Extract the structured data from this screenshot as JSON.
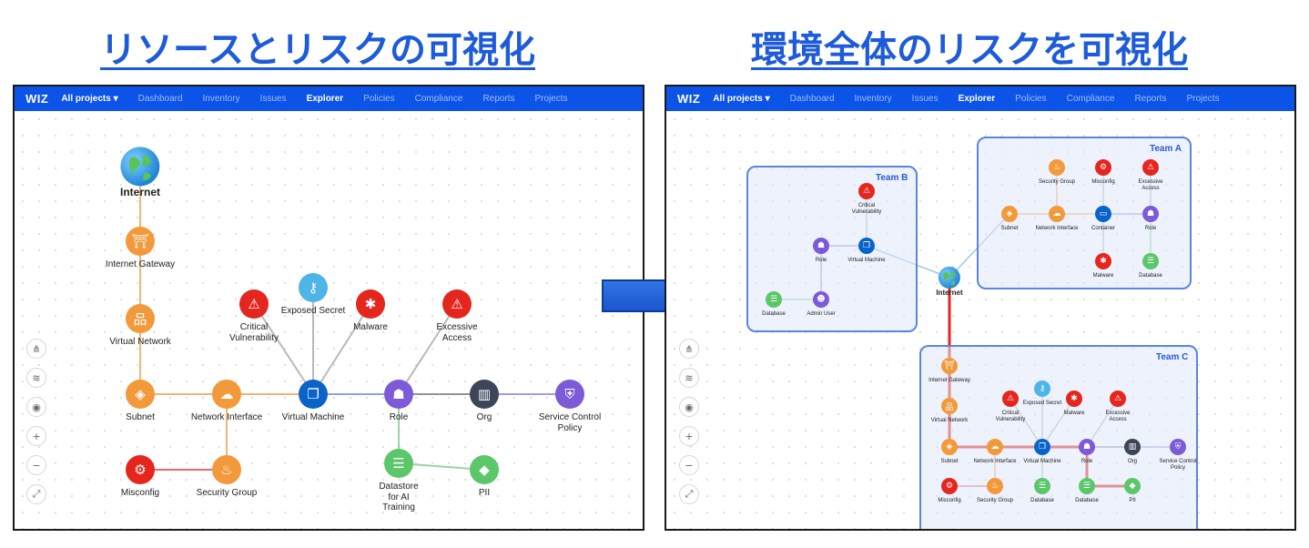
{
  "headings": {
    "left": "リソースとリスクの可視化",
    "right": "環境全体のリスクを可視化"
  },
  "nav": {
    "logo": "WIZ",
    "project": "All projects",
    "items": [
      "Dashboard",
      "Inventory",
      "Issues",
      "Explorer",
      "Policies",
      "Compliance",
      "Reports",
      "Projects"
    ],
    "active": "Explorer"
  },
  "colors": {
    "orange": "#f29a3b",
    "red": "#e5261e",
    "blue": "#0a64c8",
    "purple": "#7c5ad8",
    "green": "#5cc76a",
    "dark": "#3c4658",
    "sky": "#4fb4e6",
    "nav": "#0c54e8",
    "accent": "#1d5bd8"
  },
  "tools": [
    "hierarchy-icon",
    "layers-icon",
    "target-icon",
    "zoom-in-icon",
    "zoom-out-icon",
    "expand-icon"
  ],
  "left_graph": {
    "nodes": [
      {
        "id": "internet",
        "label": "Internet",
        "color": "globe",
        "icon": "globe-icon"
      },
      {
        "id": "igw",
        "label": "Internet Gateway",
        "color": "orange",
        "icon": "gateway-icon"
      },
      {
        "id": "vnet",
        "label": "Virtual Network",
        "color": "orange",
        "icon": "network-icon"
      },
      {
        "id": "subnet",
        "label": "Subnet",
        "color": "orange",
        "icon": "subnet-icon"
      },
      {
        "id": "ni",
        "label": "Network Interface",
        "color": "orange",
        "icon": "cloud-icon"
      },
      {
        "id": "vm",
        "label": "Virtual Machine",
        "color": "blue",
        "icon": "vm-icon"
      },
      {
        "id": "role",
        "label": "Role",
        "color": "purple",
        "icon": "robot-icon"
      },
      {
        "id": "org",
        "label": "Org",
        "color": "dark",
        "icon": "building-icon"
      },
      {
        "id": "scp",
        "label": "Service Control\nPolicy",
        "color": "purple",
        "icon": "shield-icon"
      },
      {
        "id": "crit",
        "label": "Critical\nVulnerability",
        "color": "red",
        "icon": "warning-icon"
      },
      {
        "id": "secret",
        "label": "Exposed Secret",
        "color": "sky",
        "icon": "key-icon"
      },
      {
        "id": "malware",
        "label": "Malware",
        "color": "red",
        "icon": "bug-icon"
      },
      {
        "id": "excess",
        "label": "Excessive\nAccess",
        "color": "red",
        "icon": "warning-icon"
      },
      {
        "id": "misconfig",
        "label": "Misconfig",
        "color": "red",
        "icon": "gear-icon"
      },
      {
        "id": "sg",
        "label": "Security Group",
        "color": "orange",
        "icon": "fire-icon"
      },
      {
        "id": "ds",
        "label": "Datastore\nfor AI\nTraining",
        "color": "green",
        "icon": "database-icon"
      },
      {
        "id": "pii",
        "label": "PII",
        "color": "green",
        "icon": "gem-icon"
      }
    ]
  },
  "right_graph": {
    "teams": [
      "Team A",
      "Team B",
      "Team C"
    ],
    "nodes": [
      {
        "id": "internet",
        "label": "Internet",
        "color": "globe",
        "icon": "globe-icon"
      },
      {
        "id": "a_sg",
        "label": "Security Group",
        "color": "orange",
        "icon": "fire-icon"
      },
      {
        "id": "a_mis",
        "label": "Misconfig",
        "color": "red",
        "icon": "gear-icon"
      },
      {
        "id": "a_exc",
        "label": "Excessive\nAccess",
        "color": "red",
        "icon": "warning-icon"
      },
      {
        "id": "a_sub",
        "label": "Subnet",
        "color": "orange",
        "icon": "subnet-icon"
      },
      {
        "id": "a_ni",
        "label": "Network Interface",
        "color": "orange",
        "icon": "cloud-icon"
      },
      {
        "id": "a_con",
        "label": "Container",
        "color": "blue",
        "icon": "container-icon"
      },
      {
        "id": "a_role",
        "label": "Role",
        "color": "purple",
        "icon": "robot-icon"
      },
      {
        "id": "a_mal",
        "label": "Malware",
        "color": "red",
        "icon": "bug-icon"
      },
      {
        "id": "a_db",
        "label": "Database",
        "color": "green",
        "icon": "database-icon"
      },
      {
        "id": "b_crit",
        "label": "Critical\nVulnerability",
        "color": "red",
        "icon": "warning-icon"
      },
      {
        "id": "b_role",
        "label": "Role",
        "color": "purple",
        "icon": "robot-icon"
      },
      {
        "id": "b_vm",
        "label": "Virtual Machine",
        "color": "blue",
        "icon": "vm-icon"
      },
      {
        "id": "b_db",
        "label": "Database",
        "color": "green",
        "icon": "database-icon"
      },
      {
        "id": "b_admin",
        "label": "Admin User",
        "color": "purple",
        "icon": "user-icon"
      },
      {
        "id": "c_igw",
        "label": "Internet Gateway",
        "color": "orange",
        "icon": "gateway-icon"
      },
      {
        "id": "c_vnet",
        "label": "Virtual Network",
        "color": "orange",
        "icon": "network-icon"
      },
      {
        "id": "c_sub",
        "label": "Subnet",
        "color": "orange",
        "icon": "subnet-icon"
      },
      {
        "id": "c_ni",
        "label": "Network Interface",
        "color": "orange",
        "icon": "cloud-icon"
      },
      {
        "id": "c_vm",
        "label": "Virtual Machine",
        "color": "blue",
        "icon": "vm-icon"
      },
      {
        "id": "c_role",
        "label": "Role",
        "color": "purple",
        "icon": "robot-icon"
      },
      {
        "id": "c_org",
        "label": "Org",
        "color": "dark",
        "icon": "building-icon"
      },
      {
        "id": "c_scp",
        "label": "Service Control\nPolicy",
        "color": "purple",
        "icon": "shield-icon"
      },
      {
        "id": "c_crit",
        "label": "Critical\nVulnerability",
        "color": "red",
        "icon": "warning-icon"
      },
      {
        "id": "c_sec",
        "label": "Exposed Secret",
        "color": "sky",
        "icon": "key-icon"
      },
      {
        "id": "c_mal",
        "label": "Malware",
        "color": "red",
        "icon": "bug-icon"
      },
      {
        "id": "c_exc",
        "label": "Excessive\nAccess",
        "color": "red",
        "icon": "warning-icon"
      },
      {
        "id": "c_mis",
        "label": "Misconfig",
        "color": "red",
        "icon": "gear-icon"
      },
      {
        "id": "c_sg",
        "label": "Security Group",
        "color": "orange",
        "icon": "fire-icon"
      },
      {
        "id": "c_db1",
        "label": "Database",
        "color": "green",
        "icon": "database-icon"
      },
      {
        "id": "c_db2",
        "label": "Database",
        "color": "green",
        "icon": "database-icon"
      },
      {
        "id": "c_pii",
        "label": "PII",
        "color": "green",
        "icon": "gem-icon"
      }
    ]
  }
}
